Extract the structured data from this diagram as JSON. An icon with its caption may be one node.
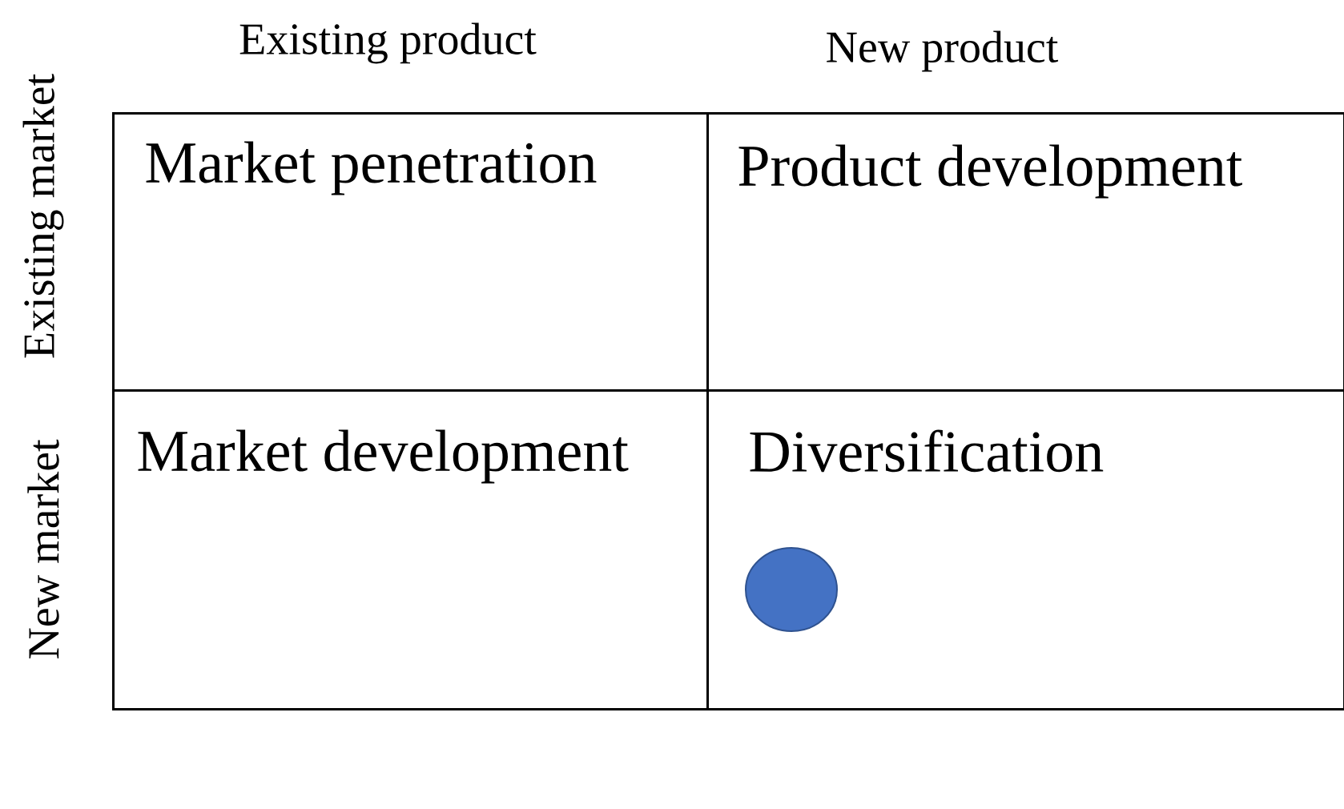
{
  "diagram": {
    "nodes": [
      {
        "text": [
          "Market penetration"
        ]
      },
      {
        "text": [
          "Product development"
        ]
      },
      {
        "text": [
          "Market development"
        ]
      },
      {
        "text": [
          "Diversification"
        ]
      },
      {
        "text": [],
        "shape": "circle",
        "in": 3
      }
    ],
    "labels": [
      "Existing product",
      "New product",
      "Existing market",
      "New market"
    ]
  }
}
